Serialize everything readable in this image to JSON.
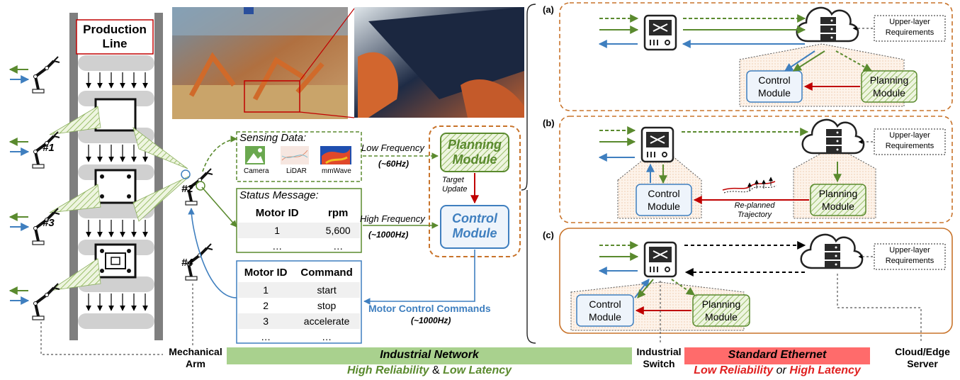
{
  "production_line": {
    "title_line1": "Production",
    "title_line2": "Line"
  },
  "arms": {
    "n1": "#1",
    "n2": "#2",
    "n3": "#3",
    "n4": "#4"
  },
  "sensing": {
    "title": "Sensing Data:",
    "camera": "Camera",
    "lidar": "LiDAR",
    "mmwave": "mmWave"
  },
  "status": {
    "title": "Status Message:",
    "columns": [
      "Motor ID",
      "rpm"
    ],
    "rows": [
      [
        "1",
        "5,600"
      ],
      [
        "…",
        "…"
      ]
    ]
  },
  "command": {
    "columns": [
      "Motor ID",
      "Command"
    ],
    "rows": [
      [
        "1",
        "start"
      ],
      [
        "2",
        "stop"
      ],
      [
        "3",
        "accelerate"
      ],
      [
        "…",
        "…"
      ]
    ]
  },
  "flows": {
    "low_freq": "Low Frequency",
    "low_freq_val": "(~60Hz)",
    "high_freq": "High Frequency",
    "high_freq_val": "(~1000Hz)",
    "target_update_1": "Target",
    "target_update_2": "Update",
    "motor_cmd": "Motor Control Commands",
    "motor_cmd_val": "(~1000Hz)"
  },
  "modules": {
    "planning_1": "Planning",
    "planning_2": "Module",
    "control_1": "Control",
    "control_2": "Module"
  },
  "bottom": {
    "mech_arm_1": "Mechanical",
    "mech_arm_2": "Arm",
    "industrial_network": "Industrial Network",
    "high_reliability": "High Reliability",
    "amp": " & ",
    "low_latency": "Low Latency",
    "industrial_switch_1": "Industrial",
    "industrial_switch_2": "Switch",
    "standard_ethernet": "Standard Ethernet",
    "low_reliability": "Low Reliability",
    "or": " or ",
    "high_latency": "High Latency",
    "cloud_edge_1": "Cloud/Edge",
    "cloud_edge_2": "Server"
  },
  "panels": {
    "a": {
      "label": "(a)",
      "req1": "Upper-layer",
      "req2": "Requirements"
    },
    "b": {
      "label": "(b)",
      "req1": "Upper-layer",
      "req2": "Requirements",
      "traj1": "Re-planned",
      "traj2": "Trajectory"
    },
    "c": {
      "label": "(c)",
      "req1": "Upper-layer",
      "req2": "Requirements"
    }
  },
  "colors": {
    "green": "#5a8a2e",
    "blue": "#3f7fbf",
    "red": "#c00000",
    "orange": "#c8732a",
    "net_green": "#a9d18e",
    "net_red": "#ff6b6b"
  }
}
